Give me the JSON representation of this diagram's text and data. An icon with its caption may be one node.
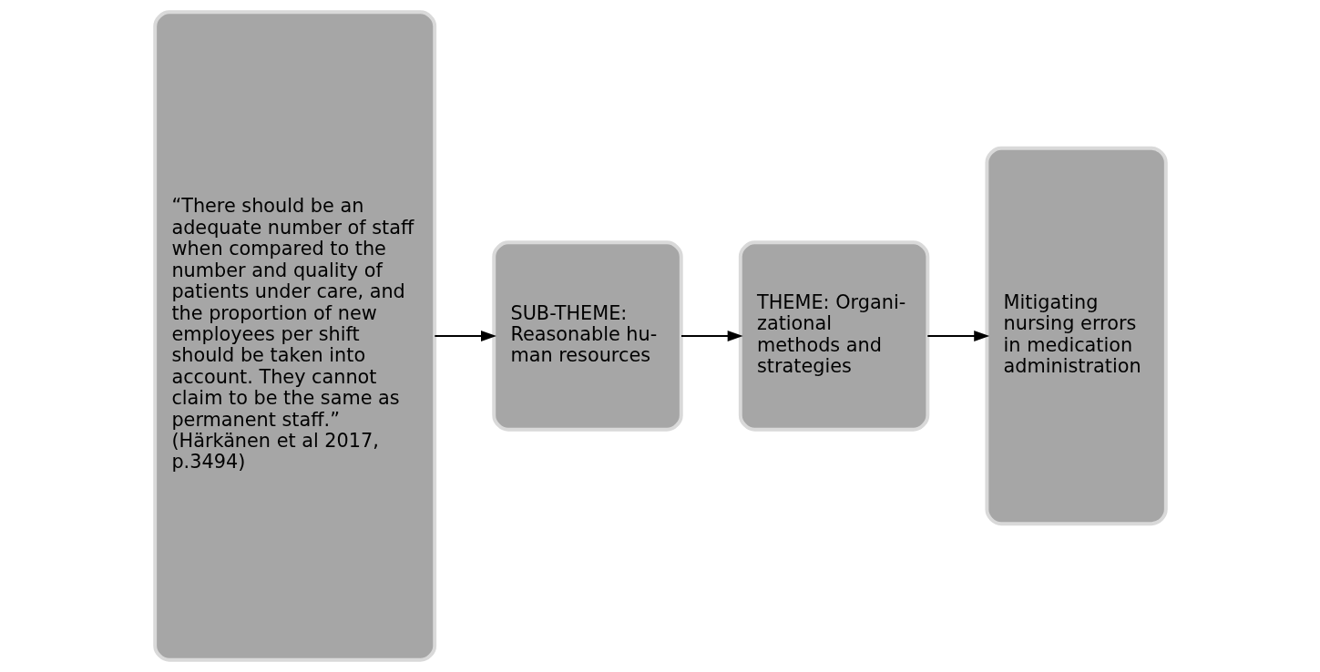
{
  "diagram": {
    "nodes": [
      {
        "text": [
          "“There should be an adequate number of staff when compared to the number and quality of patients under care, and the proportion of new employees per shift should be taken into account. They cannot claim to be the same as permanent staff.” (Härkänen et al 2017, p.3494)"
        ]
      },
      {
        "text": [
          "SUB-THEME: Reasonable hu-man resources"
        ]
      },
      {
        "text": [
          "THEME: Organi-zational methods and strategies"
        ]
      },
      {
        "text": [
          "Mitigating nursing errors in medication administration"
        ]
      }
    ],
    "edges": [
      {
        "from": 0,
        "to": 1,
        "arrow": "to"
      },
      {
        "from": 1,
        "to": 2,
        "arrow": "to"
      },
      {
        "from": 2,
        "to": 3,
        "arrow": "to"
      }
    ]
  }
}
